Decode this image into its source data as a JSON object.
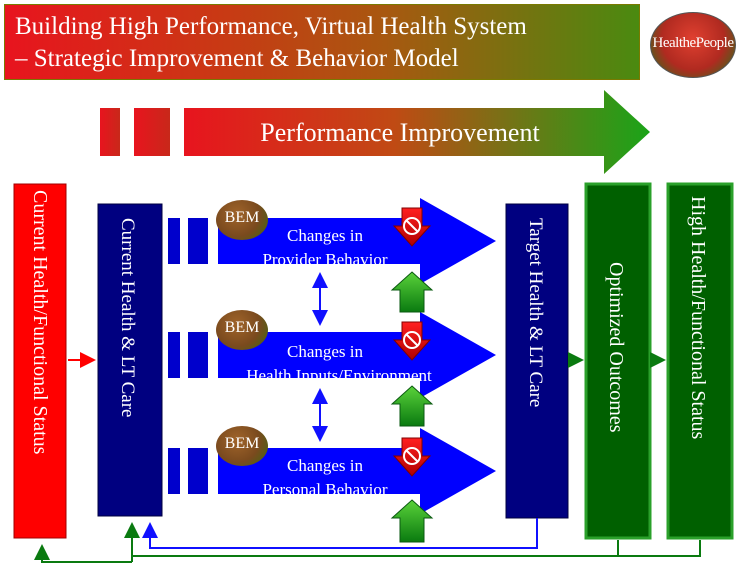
{
  "title": {
    "line1": "Building High Performance, Virtual Health System",
    "line2": "– Strategic Improvement & Behavior Model"
  },
  "logo": {
    "text": "HealthePeople"
  },
  "performance_arrow": {
    "label": "Performance Improvement"
  },
  "boxes": {
    "current_status": "Current Health/Functional Status",
    "current_care": "Current Health & LT Care",
    "target_care": "Target Health & LT Care",
    "optimized": "Optimized Outcomes",
    "high_status": "High Health/Functional Status"
  },
  "bem_label": "BEM",
  "changes": [
    {
      "line1": "Changes in",
      "line2": "Provider Behavior"
    },
    {
      "line1": "Changes in",
      "line2": "Health Inputs/Environment"
    },
    {
      "line1": "Changes in",
      "line2": "Personal Behavior"
    }
  ],
  "colors": {
    "red": "#ff0000",
    "navy": "#000080",
    "blue": "#0000ff",
    "green": "#008000",
    "dark_green": "#006000"
  }
}
